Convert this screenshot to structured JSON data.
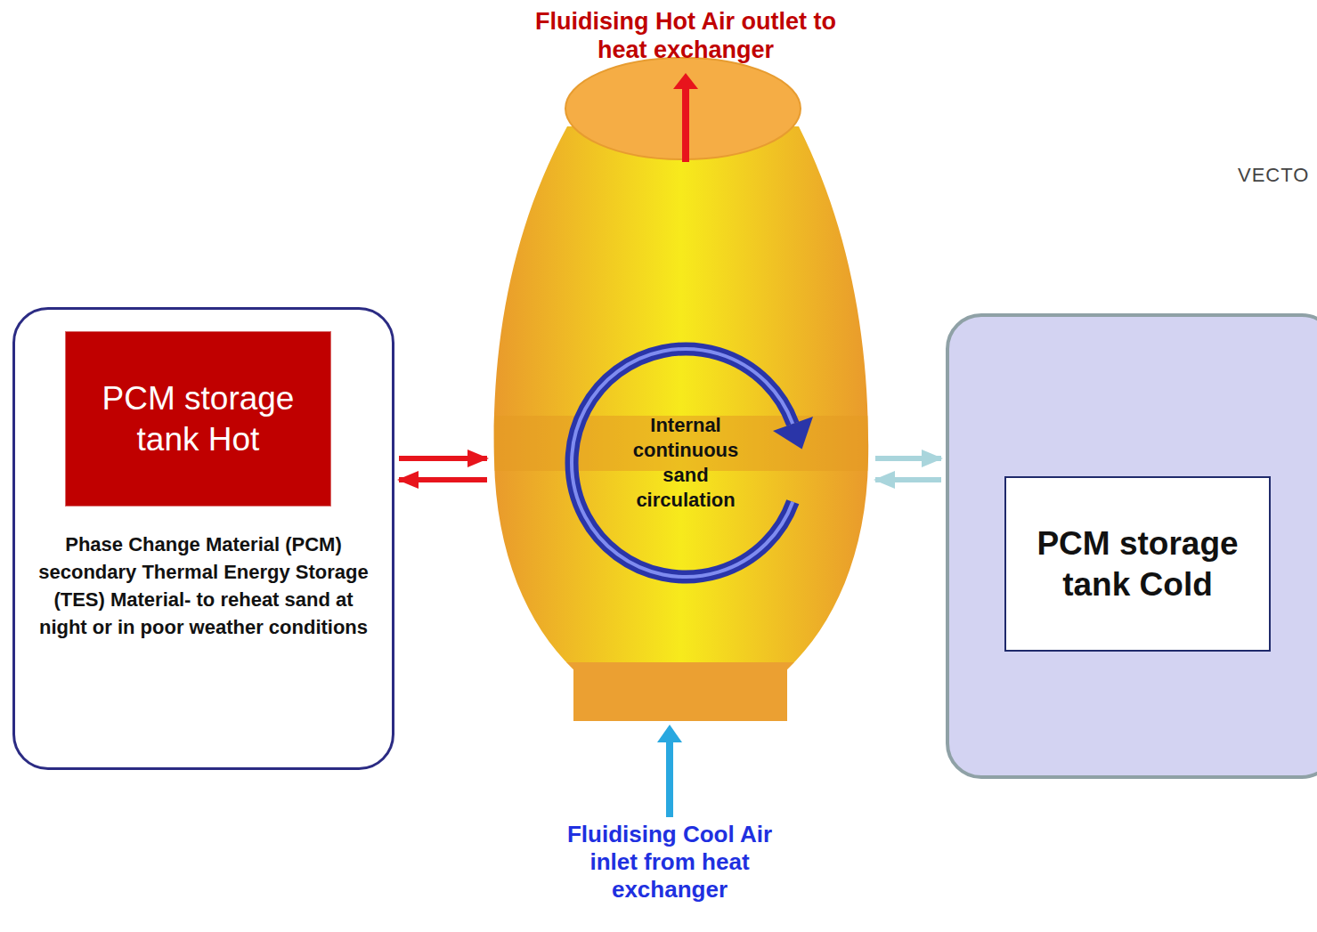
{
  "diagram": {
    "nodes": [
      {
        "text": [
          "Phase Change Material (PCM) secondary Thermal Energy Storage (TES) Material- to reheat sand at night or in poor weather conditions"
        ]
      },
      {
        "text": [
          "PCM storage tank Hot"
        ],
        "in": 0
      },
      {
        "text": [
          "Internal continuous sand circulation"
        ]
      },
      {
        "text": []
      },
      {
        "text": [
          "PCM storage tank Cold"
        ],
        "in": 3
      }
    ],
    "edges": [
      {
        "from": 0,
        "to": 2,
        "arrow": "to"
      },
      {
        "from": 2,
        "to": 0,
        "arrow": "to"
      },
      {
        "from": 2,
        "to": 3,
        "arrow": "to"
      },
      {
        "from": 3,
        "to": 2,
        "arrow": "to"
      }
    ],
    "labels": [
      "Fluidising Hot Air outlet to heat exchanger",
      "Fluidising Cool Air inlet from heat exchanger",
      "VECTO"
    ]
  }
}
